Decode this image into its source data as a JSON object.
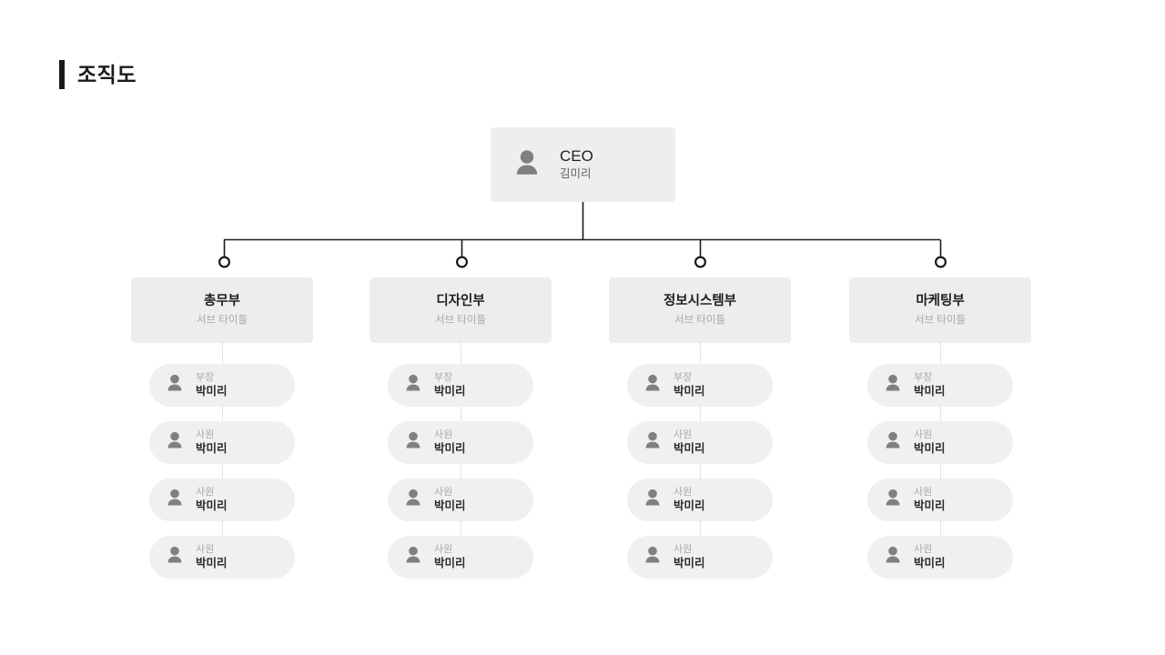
{
  "page": {
    "title": "조직도",
    "background_color": "#ffffff",
    "accent_color": "#1a1a1a"
  },
  "colors": {
    "card_gray": "#eeeeee",
    "dept_gray": "#ededed",
    "member_gray": "#f0f0f0",
    "avatar_gray": "#808080",
    "line_dark": "#1a1a1a",
    "line_dotted": "#c9c9c9",
    "muted_text": "#a8a8a8",
    "name_text": "#2a2a2a"
  },
  "icons": {
    "person": "person-icon"
  },
  "ceo": {
    "role": "CEO",
    "name": "김미리",
    "avatar_icon": "person-icon"
  },
  "departments": [
    {
      "title": "총무부",
      "subtitle": "서브 타이틀",
      "members": [
        {
          "role": "부장",
          "name": "박미리",
          "avatar_icon": "person-icon"
        },
        {
          "role": "사원",
          "name": "박미리",
          "avatar_icon": "person-icon"
        },
        {
          "role": "사원",
          "name": "박미리",
          "avatar_icon": "person-icon"
        },
        {
          "role": "사원",
          "name": "박미리",
          "avatar_icon": "person-icon"
        }
      ]
    },
    {
      "title": "디자인부",
      "subtitle": "서브 타이틀",
      "members": [
        {
          "role": "부장",
          "name": "박미리",
          "avatar_icon": "person-icon"
        },
        {
          "role": "사원",
          "name": "박미리",
          "avatar_icon": "person-icon"
        },
        {
          "role": "사원",
          "name": "박미리",
          "avatar_icon": "person-icon"
        },
        {
          "role": "사원",
          "name": "박미리",
          "avatar_icon": "person-icon"
        }
      ]
    },
    {
      "title": "정보시스템부",
      "subtitle": "서브 타이틀",
      "members": [
        {
          "role": "부장",
          "name": "박미리",
          "avatar_icon": "person-icon"
        },
        {
          "role": "사원",
          "name": "박미리",
          "avatar_icon": "person-icon"
        },
        {
          "role": "사원",
          "name": "박미리",
          "avatar_icon": "person-icon"
        },
        {
          "role": "사원",
          "name": "박미리",
          "avatar_icon": "person-icon"
        }
      ]
    },
    {
      "title": "마케팅부",
      "subtitle": "서브 타이틀",
      "members": [
        {
          "role": "부장",
          "name": "박미리",
          "avatar_icon": "person-icon"
        },
        {
          "role": "사원",
          "name": "박미리",
          "avatar_icon": "person-icon"
        },
        {
          "role": "사원",
          "name": "박미리",
          "avatar_icon": "person-icon"
        },
        {
          "role": "사원",
          "name": "박미리",
          "avatar_icon": "person-icon"
        }
      ]
    }
  ]
}
